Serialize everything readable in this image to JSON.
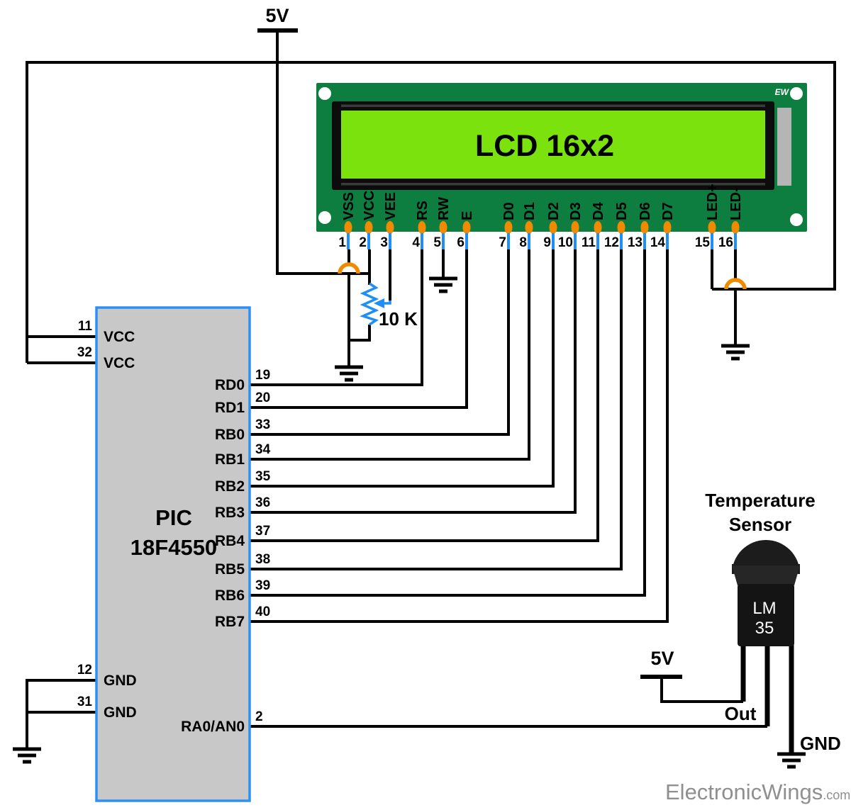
{
  "power": {
    "top_label": "5V",
    "sensor_label": "5V"
  },
  "lcd": {
    "screen_text": "LCD 16x2",
    "logo": "EW",
    "pins": [
      {
        "num": "1",
        "label": "VSS"
      },
      {
        "num": "2",
        "label": "VCC"
      },
      {
        "num": "3",
        "label": "VEE"
      },
      {
        "num": "4",
        "label": "RS"
      },
      {
        "num": "5",
        "label": "RW"
      },
      {
        "num": "6",
        "label": "E"
      },
      {
        "num": "7",
        "label": "D0"
      },
      {
        "num": "8",
        "label": "D1"
      },
      {
        "num": "9",
        "label": "D2"
      },
      {
        "num": "10",
        "label": "D3"
      },
      {
        "num": "11",
        "label": "D4"
      },
      {
        "num": "12",
        "label": "D5"
      },
      {
        "num": "13",
        "label": "D6"
      },
      {
        "num": "14",
        "label": "D7"
      },
      {
        "num": "15",
        "label": "LED+"
      },
      {
        "num": "16",
        "label": "LED-"
      }
    ]
  },
  "pic": {
    "name_line1": "PIC",
    "name_line2": "18F4550",
    "left_pins": [
      {
        "num": "11",
        "label": "VCC"
      },
      {
        "num": "32",
        "label": "VCC"
      },
      {
        "num": "12",
        "label": "GND"
      },
      {
        "num": "31",
        "label": "GND"
      }
    ],
    "right_pins": [
      {
        "num": "19",
        "label": "RD0"
      },
      {
        "num": "20",
        "label": "RD1"
      },
      {
        "num": "33",
        "label": "RB0"
      },
      {
        "num": "34",
        "label": "RB1"
      },
      {
        "num": "35",
        "label": "RB2"
      },
      {
        "num": "36",
        "label": "RB3"
      },
      {
        "num": "37",
        "label": "RB4"
      },
      {
        "num": "38",
        "label": "RB5"
      },
      {
        "num": "39",
        "label": "RB6"
      },
      {
        "num": "40",
        "label": "RB7"
      },
      {
        "num": "2",
        "label": "RA0/AN0"
      }
    ]
  },
  "potentiometer": {
    "value": "10 K"
  },
  "sensor": {
    "title_line1": "Temperature",
    "title_line2": "Sensor",
    "chip_line1": "LM",
    "chip_line2": "35",
    "out_label": "Out",
    "gnd_label": "GND"
  },
  "watermark": {
    "name": "ElectronicWings",
    "suffix": ".com"
  },
  "colors": {
    "pcb_green": "#0d7d40",
    "screen_green": "#7ce20e",
    "bezel_black": "#0c0c0c",
    "chip_gray": "#c8c8c8",
    "chip_border_blue": "#2e8ff2",
    "wire_black": "#000000",
    "pin_wire_blue": "#1f8ef5",
    "pad_orange": "#f08b00",
    "sensor_black": "#141414",
    "watermark_gray": "#8f8f8f"
  }
}
